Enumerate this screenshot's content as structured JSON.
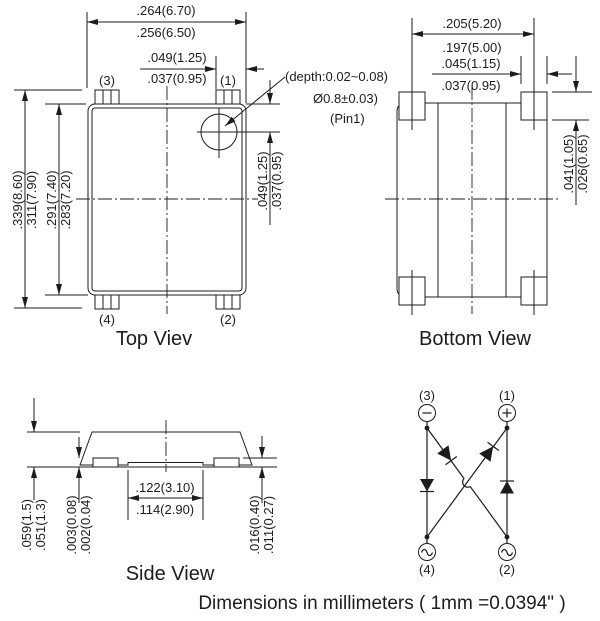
{
  "colors": {
    "ink": "#1c1c1c",
    "background": "#ffffff"
  },
  "footer": {
    "note": "Dimensions in millimeters ( 1mm =0.0394\" )"
  },
  "top_view": {
    "caption": "Top Viev",
    "pin_labels": {
      "p1": "(1)",
      "p2": "(2)",
      "p3": "(3)",
      "p4": "(4)"
    },
    "pin1_note": {
      "line1": "(depth:0.02~0.08)",
      "line2": "Ø0.8±0.03)",
      "line3": "(Pin1)"
    },
    "dims": {
      "body_width": {
        "max": ".264(6.70)",
        "min": ".256(6.50)"
      },
      "pin_edge": {
        "max": ".049(1.25)",
        "min": ".037(0.95)"
      },
      "overall_height": {
        "max": ".339(8.60)",
        "min": ".311(7.90)"
      },
      "body_height": {
        "max": ".291(7.40)",
        "min": ".283(7.20)"
      },
      "mark_offset": {
        "max": ".049(1.25)",
        "min": ".037(0.95)"
      }
    }
  },
  "bottom_view": {
    "caption": "Bottom View",
    "dims": {
      "pad_pitch": {
        "max": ".205(5.20)",
        "min": ".197(5.00)"
      },
      "pad_width": {
        "max": ".045(1.15)",
        "min": ".037(0.95)"
      },
      "pad_height": {
        "max": ".041(1.05)",
        "min": ".026(0.65)"
      }
    }
  },
  "side_view": {
    "caption": "Side View",
    "dims": {
      "total_height": {
        "max": ".059(1.5)",
        "min": ".051(1.3)"
      },
      "standoff": {
        "max": ".003(0.08)",
        "min": ".002(0.04)"
      },
      "recess_width": {
        "max": ".122(3.10)",
        "min": ".114(2.90)"
      },
      "lead_thickness": {
        "max": ".016(0.40)",
        "min": ".011(0.27)"
      }
    }
  },
  "circuit": {
    "pin_labels": {
      "p1": "(1)",
      "p2": "(2)",
      "p3": "(3)",
      "p4": "(4)"
    },
    "terminal_symbols": {
      "p1": "plus",
      "p3": "minus",
      "p2": "ac-tilde",
      "p4": "ac-tilde"
    }
  }
}
